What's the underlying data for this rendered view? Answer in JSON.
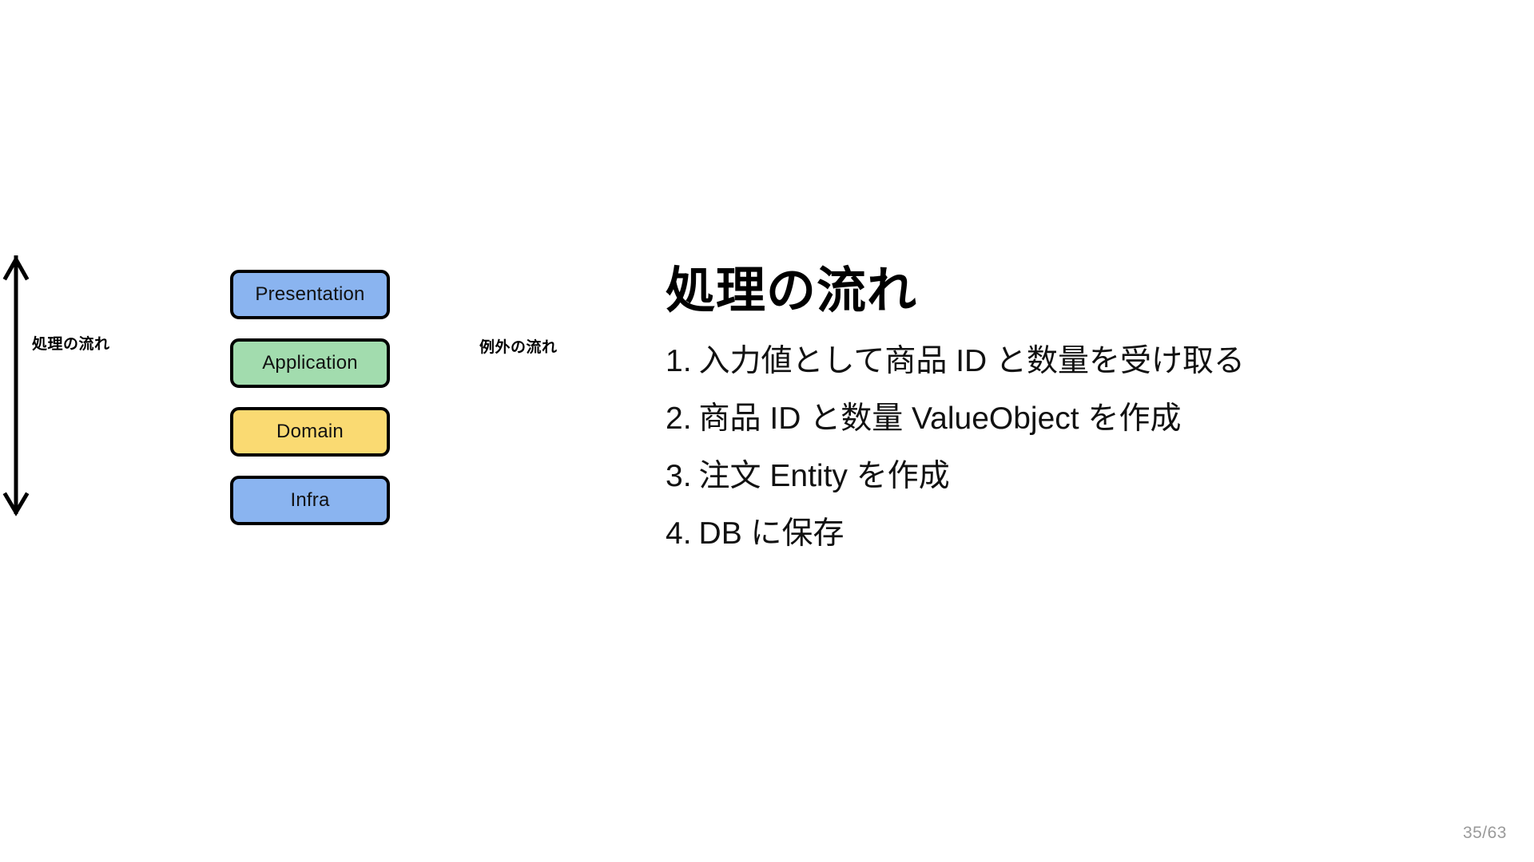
{
  "slide": {
    "background_color": "#ffffff",
    "page_indicator": "35/63"
  },
  "diagram": {
    "name": "layered-architecture-flow",
    "layers": [
      {
        "label": "Presentation",
        "fill": "#8ab4f0",
        "border": "#000000"
      },
      {
        "label": "Application",
        "fill": "#a2dcae",
        "border": "#000000"
      },
      {
        "label": "Domain",
        "fill": "#fada72",
        "border": "#000000"
      },
      {
        "label": "Infra",
        "fill": "#8ab4f0",
        "border": "#000000"
      }
    ],
    "arrows": [
      {
        "name": "process-flow-arrow",
        "direction": "down",
        "label": "処理の流れ"
      },
      {
        "name": "exception-flow-arrow",
        "direction": "up",
        "label": "例外の流れ"
      }
    ],
    "labels": {
      "process_flow": "処理の流れ",
      "exception_flow": "例外の流れ"
    }
  },
  "content": {
    "title": "処理の流れ",
    "steps": [
      {
        "num": "1.",
        "text": "入力値として商品 ID と数量を受け取る"
      },
      {
        "num": "2.",
        "text": "商品 ID と数量 ValueObject を作成"
      },
      {
        "num": "3.",
        "text": "注文 Entity を作成"
      },
      {
        "num": "4.",
        "text": "DB に保存"
      }
    ]
  }
}
